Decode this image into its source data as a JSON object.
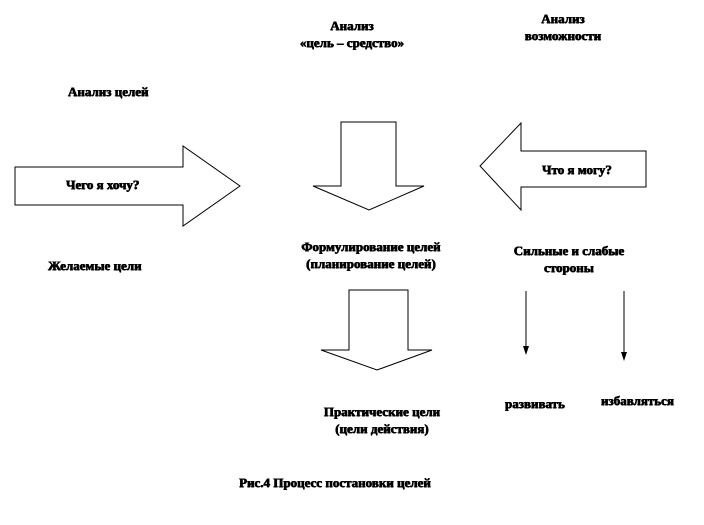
{
  "diagram": {
    "header_means": [
      "Анализ",
      "«цель – средство»"
    ],
    "header_possibilities": [
      "Анализ",
      "возможности"
    ],
    "goals_analysis": "Анализ целей",
    "want_arrow_text": "Чего я хочу?",
    "can_arrow_text": "Что я  могу?",
    "desired_goals": "Желаемые цели",
    "formulation": [
      "Формулирование  целей",
      "(планирование  целей)"
    ],
    "strengths": [
      "Сильные и слабые",
      "стороны"
    ],
    "practical_goals": [
      "Практические цели",
      "(цели действия)"
    ],
    "develop": "развивать",
    "get_rid": "избавляться",
    "caption": "Рис.4 Процесс постановки целей"
  }
}
